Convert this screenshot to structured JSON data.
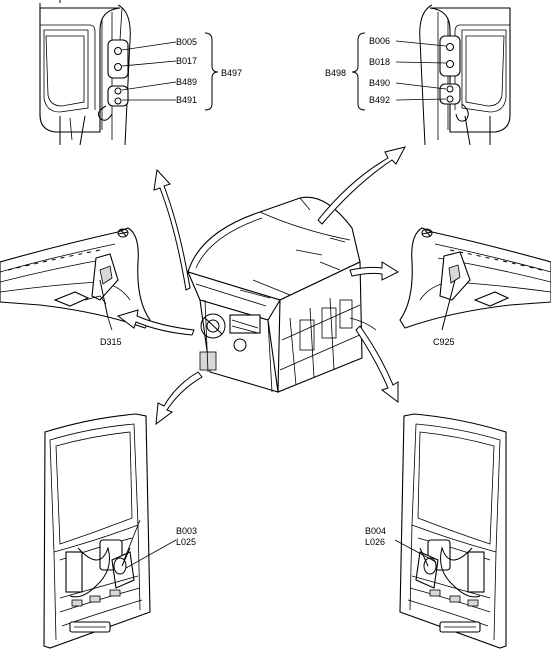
{
  "labels": {
    "top_left": {
      "items": [
        "B005",
        "B017",
        "B489",
        "B491"
      ],
      "group": "B497"
    },
    "top_right": {
      "items": [
        "B006",
        "B018",
        "B490",
        "B492"
      ],
      "group": "B498"
    },
    "mid_left": "D315",
    "mid_right": "C925",
    "bottom_left": [
      "B003",
      "L025"
    ],
    "bottom_right": [
      "B004",
      "L026"
    ]
  }
}
